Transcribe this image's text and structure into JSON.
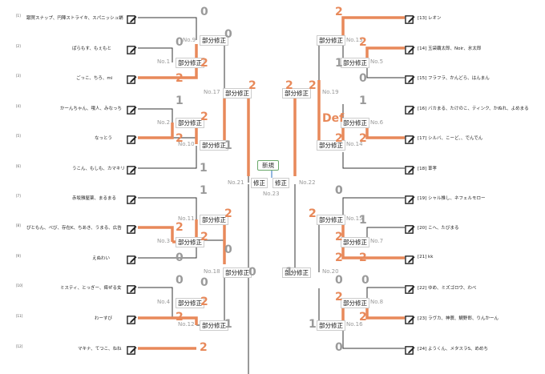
{
  "colors": {
    "accent": "#e8895a",
    "line": "#333333",
    "muted": "#9a9a9a"
  },
  "labels": {
    "edit": "部分修正",
    "edit_short": "修正",
    "new": "新規",
    "default": "Def"
  },
  "players_left": [
    {
      "seed": "[1]",
      "name": "蹴賀スナップ、円陣ストライキ、スパニッシュ蛸"
    },
    {
      "seed": "[2]",
      "name": "ぱらもす、もぇもと"
    },
    {
      "seed": "[3]",
      "name": "ごっこ、ちろ、mi"
    },
    {
      "seed": "[4]",
      "name": "かーんちゃん、哦人、みなっち"
    },
    {
      "seed": "[5]",
      "name": "なっとう"
    },
    {
      "seed": "[6]",
      "name": "うこん、もしも、カマキリ"
    },
    {
      "seed": "[7]",
      "name": "赤坂雅屋薬、まるまる"
    },
    {
      "seed": "[8]",
      "name": "ぴともん、べび、存在K、ちあき、うまる、広告"
    },
    {
      "seed": "[9]",
      "name": "えぬわい"
    },
    {
      "seed": "[10]",
      "name": "ミスティ、とっぎー、痺ぜる女"
    },
    {
      "seed": "[11]",
      "name": "わーすび"
    },
    {
      "seed": "[12]",
      "name": "マキナ、てつこ、ねね"
    }
  ],
  "players_right": [
    {
      "seed": "[13]",
      "name": "レオン"
    },
    {
      "seed": "[14]",
      "name": "玉袋覇太郎、Noir、氷太郎"
    },
    {
      "seed": "[15]",
      "name": "フラフラ、かんどら、はんまん"
    },
    {
      "seed": "[16]",
      "name": "バカまる、たけのこ、ティンク、かぬれ、よめまる"
    },
    {
      "seed": "[17]",
      "name": "シルバ、こーど、、でんでん"
    },
    {
      "seed": "[18]",
      "name": "葦孝"
    },
    {
      "seed": "[19]",
      "name": "シャル推し、ネフェルモロー"
    },
    {
      "seed": "[20]",
      "name": "こへ、たびまる"
    },
    {
      "seed": "[21]",
      "name": "kk"
    },
    {
      "seed": "[22]",
      "name": "ゆめ、ミズゴロウ、わべ"
    },
    {
      "seed": "[23]",
      "name": "ラヴカ、神蓑、鯛野郎、りんかーん"
    },
    {
      "seed": "[24]",
      "name": "ようくん、メタスラS、めめち"
    }
  ],
  "match_numbers": {
    "no1": "No.1",
    "no2": "No.2",
    "no3": "No.3",
    "no4": "No.4",
    "no5": "No.5",
    "no6": "No.6",
    "no7": "No.7",
    "no8": "No.8",
    "no9": "No.9",
    "no10": "No.10",
    "no11": "No.11",
    "no12": "No.12",
    "no13": "No.13",
    "no14": "No.14",
    "no15": "No.15",
    "no16": "No.16",
    "no17": "No.17",
    "no18": "No.18",
    "no19": "No.19",
    "no20": "No.20",
    "no21": "No.21",
    "no22": "No.22",
    "no23": "No.23"
  },
  "scores": {
    "s1": "0",
    "s2": "0",
    "s3": "2",
    "s4": "1",
    "s5": "2",
    "s6": "1",
    "s7": "1",
    "s8": "2",
    "s9": "0",
    "s10": "0",
    "s11": "2",
    "s12": "2",
    "s13": "2",
    "s14": "2",
    "s15": "0",
    "s16": "1",
    "s17": "2",
    "s18": "2",
    "s19": "0",
    "s20": "1",
    "s21": "2",
    "s22": "0",
    "s23": "2",
    "s24": "0",
    "s25": "0",
    "s26": "2",
    "s27": "2",
    "s28": "2",
    "s29": "0",
    "s30": "1",
    "s31": "2",
    "s32": "0",
    "s33": "2",
    "s34": "1",
    "s35": "2",
    "s36": "1",
    "s37": "0",
    "s38": "2",
    "s39": "1",
    "s40": "0",
    "s41": "2",
    "s42": "2",
    "s43": "2",
    "s44": "2",
    "s45": "1",
    "s46": "0",
    "s47": "2",
    "s48": "2"
  }
}
